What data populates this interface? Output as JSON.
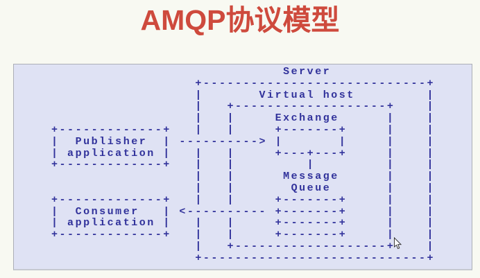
{
  "title": "AMQP协议模型",
  "colors": {
    "title_text": "#ce4a3d",
    "diagram_text": "#31329b",
    "panel_background": "#dfe2f4",
    "page_background": "#f8f9f2"
  },
  "diagram": {
    "ascii_lines": [
      "                             Server",
      "                  +----------------------------+",
      "                  |       Virtual host         |",
      "                  |   +-------------------+    |",
      "                  |   |     Exchange      |    |",
      "+-------------+   |   |     +-------+     |    |",
      "|  Publisher  | ----------> |       |     |    |",
      "| application |   |   |     +---+---+     |    |",
      "+-------------+   |   |         |         |    |",
      "                  |   |      Message      |    |",
      "                  |   |       Queue       |    |",
      "+-------------+   |   |     +-------+     |    |",
      "|  Consumer   | <---------- +-------+     |    |",
      "| application |   |   |     +-------+     |    |",
      "+-------------+   |   |     +-------+     |    |",
      "                  |   +-------------------+    |",
      "                  +----------------------------+"
    ],
    "components": [
      "Server",
      "Virtual host",
      "Exchange",
      "Message Queue",
      "Publisher application",
      "Consumer application"
    ],
    "flows": [
      {
        "from": "Publisher application",
        "to": "Exchange",
        "direction": "right"
      },
      {
        "from": "Message Queue",
        "to": "Consumer application",
        "direction": "left"
      }
    ]
  }
}
